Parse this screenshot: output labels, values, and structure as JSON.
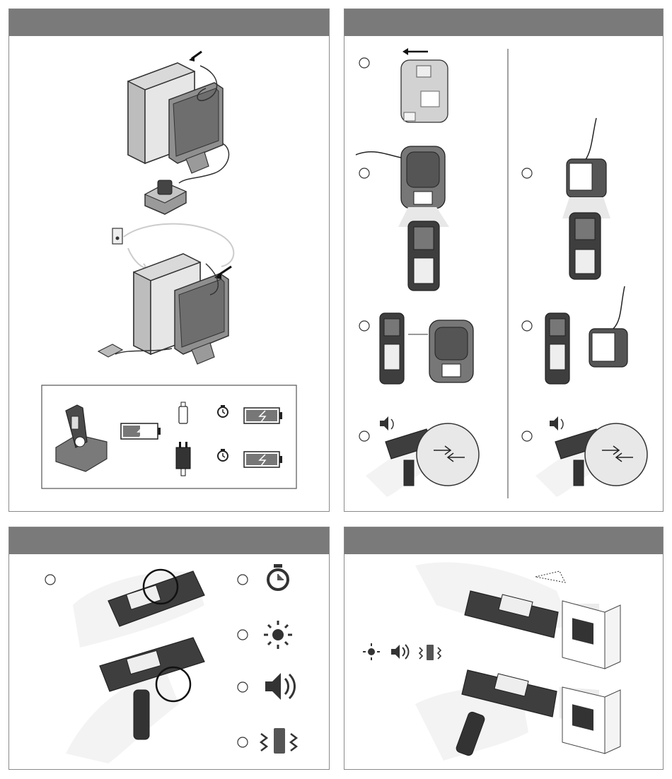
{
  "panels": [
    {
      "id": "setup",
      "header_title": ""
    },
    {
      "id": "pairing",
      "header_title": ""
    },
    {
      "id": "settings",
      "header_title": ""
    },
    {
      "id": "scanning",
      "header_title": ""
    }
  ],
  "setup_panel": {
    "charging_box": {
      "battery_level_main": 0.5,
      "battery_level_usb": 1.0,
      "battery_level_power": 1.0
    }
  },
  "pairing_panel": {
    "left_column_steps": 4,
    "right_column_steps": 3
  },
  "settings_panel": {
    "options": [
      "timer-icon",
      "light-icon",
      "speaker-icon",
      "vibration-icon"
    ]
  },
  "scanning_panel": {
    "feedback_icons": [
      "light-icon",
      "speaker-icon",
      "vibration-icon"
    ]
  },
  "colors": {
    "header": "#7b7a7b",
    "border": "#8a8a8a",
    "device_dark": "#3a3a3a",
    "device_mid": "#8c8c8c",
    "device_light": "#d6d6d6"
  }
}
